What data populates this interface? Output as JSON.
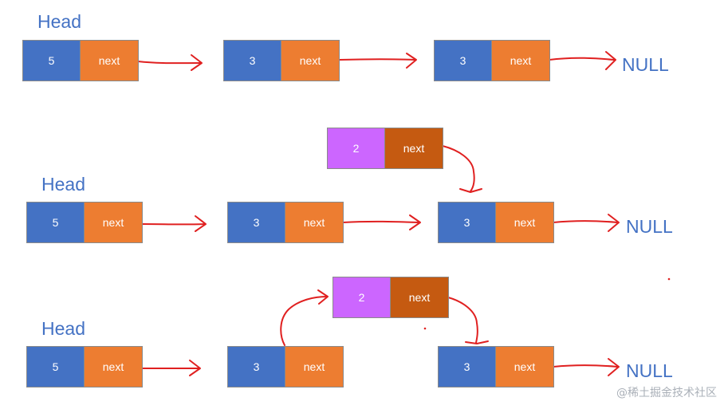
{
  "colors": {
    "value_cell": "#4472C4",
    "next_cell": "#ED7D31",
    "new_value_cell": "#CC66FF",
    "new_next_cell": "#C55A11",
    "label": "#4472C4",
    "arrow": "#E02020"
  },
  "rows": [
    {
      "head": "Head",
      "nodes": [
        {
          "value": "5",
          "next": "next"
        },
        {
          "value": "3",
          "next": "next"
        },
        {
          "value": "3",
          "next": "next"
        }
      ],
      "null": "NULL"
    },
    {
      "head": "Head",
      "new_node": {
        "value": "2",
        "next": "next"
      },
      "nodes": [
        {
          "value": "5",
          "next": "next"
        },
        {
          "value": "3",
          "next": "next"
        },
        {
          "value": "3",
          "next": "next"
        }
      ],
      "null": "NULL"
    },
    {
      "head": "Head",
      "new_node": {
        "value": "2",
        "next": "next"
      },
      "nodes": [
        {
          "value": "5",
          "next": "next"
        },
        {
          "value": "3",
          "next": "next"
        },
        {
          "value": "3",
          "next": "next"
        }
      ],
      "null": "NULL"
    }
  ],
  "watermark": "@稀土掘金技术社区"
}
